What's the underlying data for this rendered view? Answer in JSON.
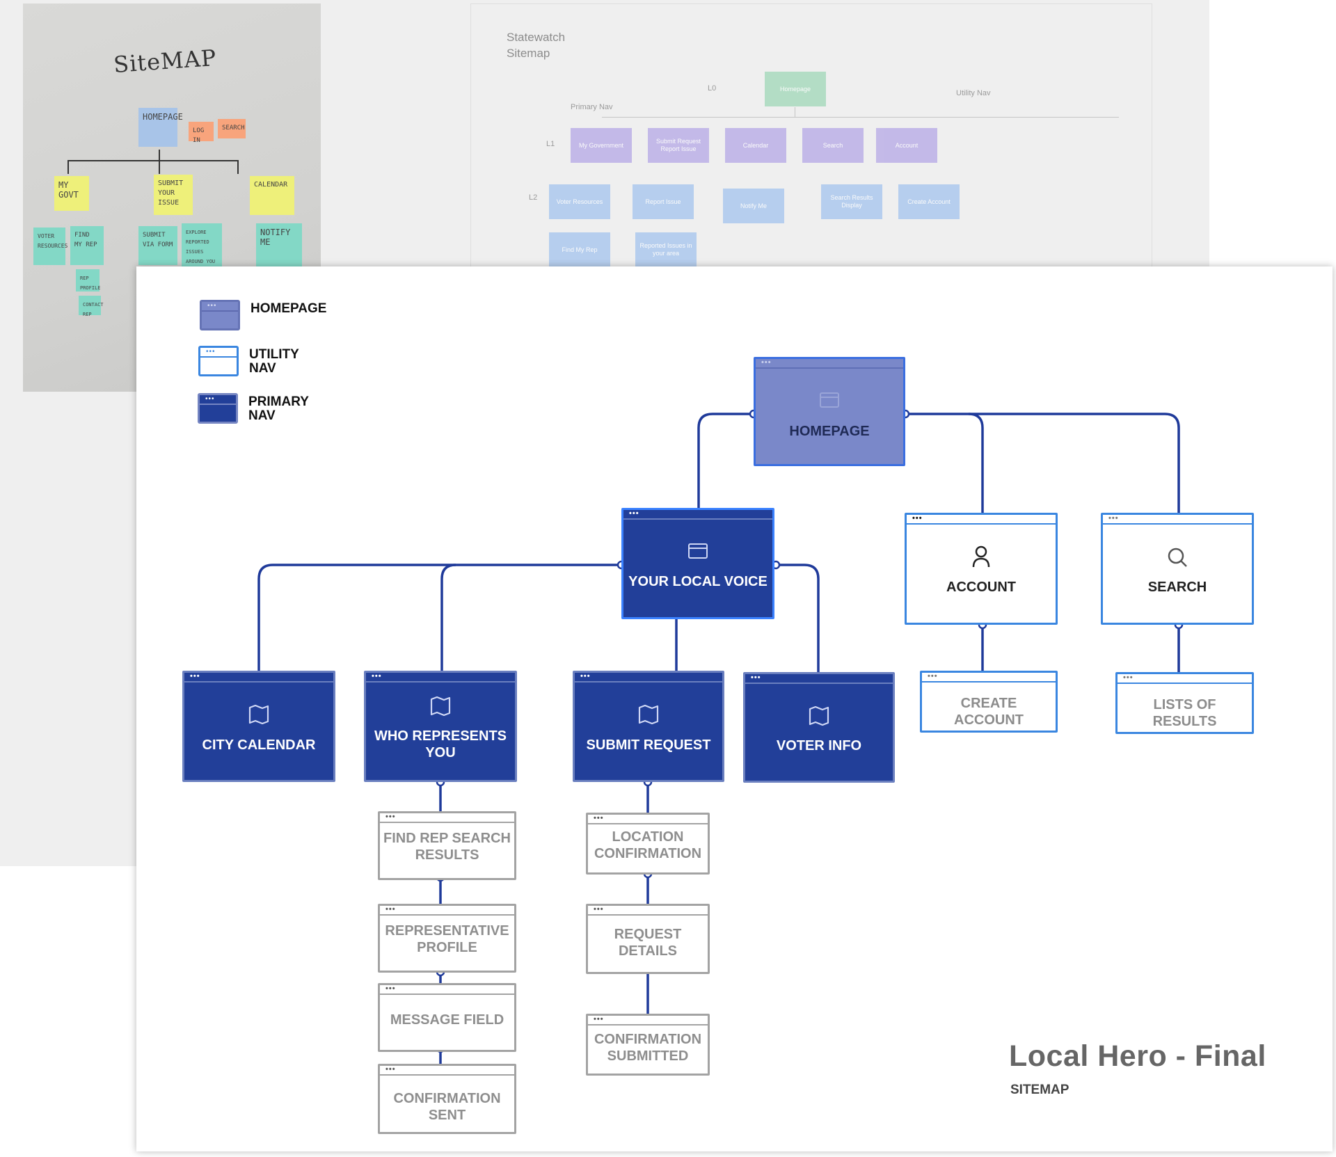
{
  "background_photo": {
    "title": "SiteMAP",
    "notes": [
      {
        "id": "homepage",
        "text": "HOMEPAGE",
        "color": "blue"
      },
      {
        "id": "login",
        "text": "LOG IN",
        "color": "orange"
      },
      {
        "id": "search",
        "text": "SEARCH",
        "color": "orange"
      },
      {
        "id": "my-govt",
        "text": "MY GOVT",
        "color": "yellow"
      },
      {
        "id": "submit",
        "text": "SUBMIT YOUR ISSUE",
        "color": "yellow"
      },
      {
        "id": "calendar",
        "text": "CALENDAR",
        "color": "yellow"
      },
      {
        "id": "voter",
        "text": "VOTER RESOURCES",
        "color": "teal"
      },
      {
        "id": "find-rep",
        "text": "FIND MY REP",
        "color": "teal"
      },
      {
        "id": "submit-form",
        "text": "SUBMIT VIA FORM",
        "color": "teal"
      },
      {
        "id": "explore",
        "text": "EXPLORE REPORTED ISSUES AROUND YOU",
        "color": "teal"
      },
      {
        "id": "notify",
        "text": "NOTIFY ME",
        "color": "teal"
      },
      {
        "id": "rep-profile",
        "text": "REP PROFILE",
        "color": "teal"
      },
      {
        "id": "contact-rep",
        "text": "CONTACT REP",
        "color": "teal"
      }
    ]
  },
  "background_sitemap": {
    "title_line1": "Statewatch",
    "title_line2": "Sitemap",
    "labels": {
      "l0": "L0",
      "l1": "L1",
      "l2": "L2",
      "primary_nav": "Primary Nav",
      "utility_nav": "Utility Nav"
    },
    "boxes": {
      "homepage": "Homepage",
      "my_government": "My Government",
      "submit_request": "Submit Request Report Issue",
      "calendar": "Calendar",
      "search": "Search",
      "account": "Account",
      "voter_resources": "Voter Resources",
      "report_issue": "Report Issue",
      "notify_me": "Notify Me",
      "search_results": "Search Results Display",
      "create_account": "Create Account",
      "find_my_rep": "Find My Rep",
      "reported_issues": "Reported Issues in your area"
    }
  },
  "legend": [
    {
      "key": "homepage",
      "label": "HOMEPAGE"
    },
    {
      "key": "utility",
      "label": "UTILITY NAV"
    },
    {
      "key": "primary",
      "label": "PRIMARY NAV"
    }
  ],
  "nodes": {
    "homepage": "HOMEPAGE",
    "your_local_voice": "YOUR LOCAL VOICE",
    "account": "ACCOUNT",
    "search": "SEARCH",
    "create_account": "CREATE ACCOUNT",
    "lists_of_results": "LISTS OF RESULTS",
    "city_calendar": "CITY CALENDAR",
    "who_represents_you": "WHO REPRESENTS YOU",
    "submit_request": "SUBMIT REQUEST",
    "voter_info": "VOTER INFO",
    "find_rep_search_results": "FIND REP SEARCH RESULTS",
    "representative_profile": "REPRESENTATIVE PROFILE",
    "message_field": "MESSAGE FIELD",
    "confirmation_sent": "CONFIRMATION SENT",
    "location_confirmation": "LOCATION CONFIRMATION",
    "request_details": "REQUEST DETAILS",
    "confirmation_submitted": "CONFIRMATION SUBMITTED"
  },
  "window_dots": "•••",
  "icons": {
    "homepage": "browser-window-icon",
    "your_local_voice": "browser-window-icon",
    "account": "user-icon",
    "search": "search-icon",
    "primary_children": "map-icon"
  },
  "colors": {
    "homepage_fill": "#7a88c9",
    "primary_fill": "#223f99",
    "utility_border": "#3a86e0",
    "connector": "#1f3a9a",
    "inactive_border": "#a3a3a3"
  },
  "footer": {
    "title": "Local Hero - Final",
    "subtitle": "SITEMAP"
  }
}
